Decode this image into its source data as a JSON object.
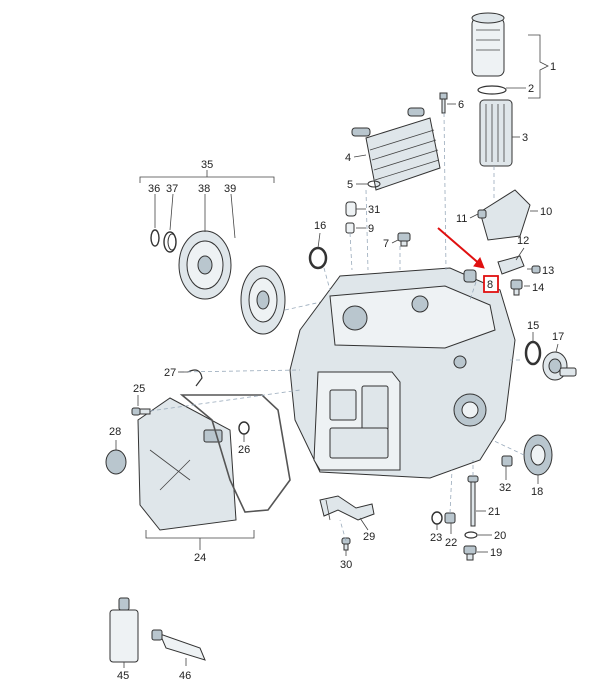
{
  "labels": {
    "l1": "1",
    "l2": "2",
    "l3": "3",
    "l4": "4",
    "l5": "5",
    "l6": "6",
    "l7": "7",
    "l8": "8",
    "l9": "9",
    "l10": "10",
    "l11": "11",
    "l12": "12",
    "l13": "13",
    "l14": "14",
    "l15": "15",
    "l16": "16",
    "l17": "17",
    "l18": "18",
    "l19": "19",
    "l20": "20",
    "l21": "21",
    "l22": "22",
    "l23": "23",
    "l24": "24",
    "l25": "25",
    "l26": "26",
    "l27": "27",
    "l28": "28",
    "l29": "29",
    "l30": "30",
    "l31": "31",
    "l32": "32",
    "l35": "35",
    "l36": "36",
    "l37": "37",
    "l38": "38",
    "l39": "39",
    "l45": "45",
    "l46": "46"
  },
  "colors": {
    "highlight": "#e01010",
    "part_fill": "#dfe6ea",
    "part_dark": "#b9c6ce",
    "leader": "#444444"
  }
}
